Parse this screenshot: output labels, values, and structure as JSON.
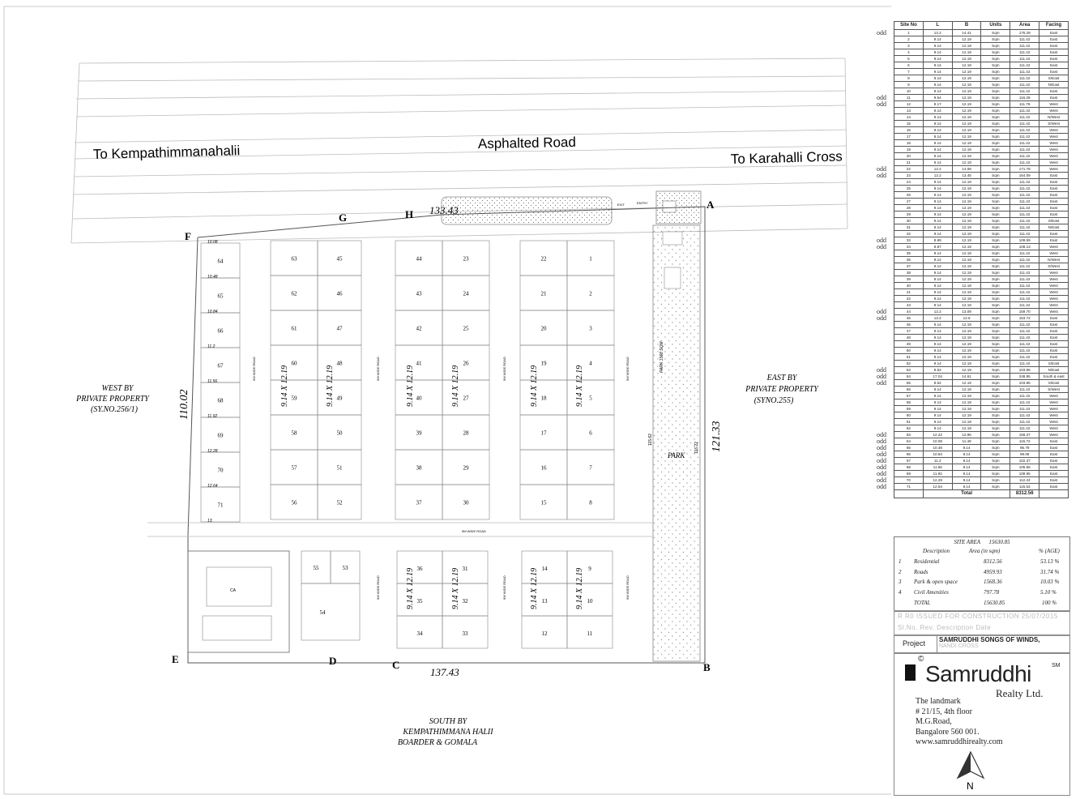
{
  "roads": {
    "asphalted": "Asphalted Road",
    "to_left": "To Kempathimmanahalii",
    "to_right": "To Karahalli Cross",
    "wide_road": "9M WIDE ROAD",
    "exit": "EXIT",
    "entry": "ENTRY"
  },
  "boundaries": {
    "west": [
      "WEST BY",
      "PRIVATE  PROPERTY",
      "(SY.NO.256/1)"
    ],
    "east": [
      "EAST BY",
      "PRIVATE  PROPERTY",
      "(SYNO.255)"
    ],
    "south": [
      "SOUTH  BY",
      "KEMPATHIMMANA HALII",
      "BOARDER & GOMALA"
    ]
  },
  "dimensions": {
    "top": "133.43",
    "bottom": "137.43",
    "left": "110.02",
    "right": "121.33",
    "plot_size": "9.14 X 12.19",
    "park": "PARK",
    "park_area": "PARK 1568 SQM",
    "park_left": "115.62",
    "park_right": "116.22"
  },
  "corners": [
    "A",
    "B",
    "C",
    "D",
    "E",
    "F",
    "G",
    "H"
  ],
  "site_table": {
    "headers": [
      "Site No",
      "L",
      "B",
      "Units",
      "Area",
      "Facing"
    ],
    "rows": [
      [
        "1",
        "12.2",
        "14.41",
        "Sqm",
        "176.29",
        "East"
      ],
      [
        "2",
        "9.14",
        "12.19",
        "Sqm",
        "111.42",
        "East"
      ],
      [
        "3",
        "9.14",
        "12.19",
        "Sqm",
        "111.42",
        "East"
      ],
      [
        "4",
        "9.14",
        "12.19",
        "Sqm",
        "111.42",
        "East"
      ],
      [
        "5",
        "9.14",
        "12.19",
        "Sqm",
        "111.42",
        "East"
      ],
      [
        "6",
        "9.14",
        "12.19",
        "Sqm",
        "111.42",
        "East"
      ],
      [
        "7",
        "9.14",
        "12.19",
        "Sqm",
        "111.42",
        "East"
      ],
      [
        "8",
        "9.14",
        "12.19",
        "Sqm",
        "111.42",
        "S/East"
      ],
      [
        "9",
        "9.14",
        "12.19",
        "Sqm",
        "111.42",
        "N/East"
      ],
      [
        "10",
        "9.14",
        "12.19",
        "Sqm",
        "111.42",
        "East"
      ],
      [
        "11",
        "9.54",
        "12.19",
        "Sqm",
        "116.29",
        "East"
      ],
      [
        "12",
        "9.17",
        "12.19",
        "Sqm",
        "111.78",
        "West"
      ],
      [
        "13",
        "9.14",
        "12.19",
        "Sqm",
        "111.42",
        "West"
      ],
      [
        "14",
        "9.14",
        "12.19",
        "Sqm",
        "111.42",
        "N/West"
      ],
      [
        "15",
        "9.14",
        "12.19",
        "Sqm",
        "111.42",
        "S/West"
      ],
      [
        "16",
        "9.14",
        "12.19",
        "Sqm",
        "111.42",
        "West"
      ],
      [
        "17",
        "9.14",
        "12.19",
        "Sqm",
        "111.42",
        "West"
      ],
      [
        "18",
        "9.14",
        "12.19",
        "Sqm",
        "111.42",
        "West"
      ],
      [
        "19",
        "9.14",
        "12.19",
        "Sqm",
        "111.42",
        "West"
      ],
      [
        "20",
        "9.14",
        "12.19",
        "Sqm",
        "111.42",
        "West"
      ],
      [
        "21",
        "9.14",
        "12.19",
        "Sqm",
        "111.42",
        "West"
      ],
      [
        "22",
        "12.2",
        "14.08",
        "Sqm",
        "171.78",
        "West"
      ],
      [
        "23",
        "12.2",
        "13.45",
        "Sqm",
        "164.09",
        "East"
      ],
      [
        "24",
        "9.14",
        "12.19",
        "Sqm",
        "111.42",
        "East"
      ],
      [
        "25",
        "9.14",
        "12.19",
        "Sqm",
        "111.42",
        "East"
      ],
      [
        "26",
        "9.14",
        "12.19",
        "Sqm",
        "111.42",
        "East"
      ],
      [
        "27",
        "9.14",
        "12.19",
        "Sqm",
        "111.42",
        "East"
      ],
      [
        "28",
        "9.14",
        "12.19",
        "Sqm",
        "111.42",
        "East"
      ],
      [
        "29",
        "9.14",
        "12.19",
        "Sqm",
        "111.42",
        "East"
      ],
      [
        "30",
        "9.14",
        "12.19",
        "Sqm",
        "111.42",
        "S/East"
      ],
      [
        "31",
        "9.14",
        "12.19",
        "Sqm",
        "111.42",
        "N/East"
      ],
      [
        "32",
        "9.14",
        "12.19",
        "Sqm",
        "111.42",
        "East"
      ],
      [
        "33",
        "8.99",
        "12.19",
        "Sqm",
        "109.59",
        "East"
      ],
      [
        "34",
        "8.87",
        "12.19",
        "Sqm",
        "108.13",
        "West"
      ],
      [
        "35",
        "9.14",
        "12.19",
        "Sqm",
        "111.42",
        "West"
      ],
      [
        "36",
        "9.14",
        "12.19",
        "Sqm",
        "111.42",
        "N/West"
      ],
      [
        "37",
        "9.14",
        "12.19",
        "Sqm",
        "111.42",
        "S/West"
      ],
      [
        "38",
        "9.14",
        "12.19",
        "Sqm",
        "111.42",
        "West"
      ],
      [
        "39",
        "9.14",
        "12.19",
        "Sqm",
        "111.42",
        "West"
      ],
      [
        "40",
        "9.14",
        "12.19",
        "Sqm",
        "111.42",
        "West"
      ],
      [
        "41",
        "9.14",
        "12.19",
        "Sqm",
        "111.42",
        "West"
      ],
      [
        "42",
        "9.14",
        "12.19",
        "Sqm",
        "111.42",
        "West"
      ],
      [
        "43",
        "9.14",
        "12.19",
        "Sqm",
        "111.42",
        "West"
      ],
      [
        "44",
        "12.2",
        "13.09",
        "Sqm",
        "159.70",
        "West"
      ],
      [
        "45",
        "12.2",
        "12.6",
        "Sqm",
        "153.72",
        "East"
      ],
      [
        "46",
        "9.14",
        "12.19",
        "Sqm",
        "111.42",
        "East"
      ],
      [
        "47",
        "9.14",
        "12.19",
        "Sqm",
        "111.42",
        "East"
      ],
      [
        "48",
        "9.14",
        "12.19",
        "Sqm",
        "111.42",
        "East"
      ],
      [
        "49",
        "9.14",
        "12.19",
        "Sqm",
        "111.42",
        "East"
      ],
      [
        "50",
        "9.14",
        "12.19",
        "Sqm",
        "111.42",
        "East"
      ],
      [
        "51",
        "9.14",
        "12.19",
        "Sqm",
        "111.42",
        "East"
      ],
      [
        "52",
        "9.14",
        "12.19",
        "Sqm",
        "111.42",
        "S/East"
      ],
      [
        "53",
        "8.52",
        "12.19",
        "Sqm",
        "103.86",
        "N/East"
      ],
      [
        "54",
        "17.04",
        "14.61",
        "Sqm",
        "248.95",
        "South & east"
      ],
      [
        "55",
        "8.52",
        "12.19",
        "Sqm",
        "103.86",
        "S/East"
      ],
      [
        "56",
        "9.14",
        "12.19",
        "Sqm",
        "111.42",
        "S/West"
      ],
      [
        "57",
        "9.14",
        "12.19",
        "Sqm",
        "111.42",
        "West"
      ],
      [
        "58",
        "9.14",
        "12.19",
        "Sqm",
        "111.42",
        "West"
      ],
      [
        "59",
        "9.14",
        "12.19",
        "Sqm",
        "111.42",
        "West"
      ],
      [
        "60",
        "9.14",
        "12.19",
        "Sqm",
        "111.42",
        "West"
      ],
      [
        "61",
        "9.14",
        "12.19",
        "Sqm",
        "111.42",
        "West"
      ],
      [
        "62",
        "9.14",
        "12.19",
        "Sqm",
        "111.42",
        "West"
      ],
      [
        "63",
        "12.22",
        "12.96",
        "Sqm",
        "158.37",
        "West"
      ],
      [
        "64",
        "10.08",
        "11.48",
        "Sqm",
        "115.72",
        "East"
      ],
      [
        "65",
        "10.48",
        "9.14",
        "Sqm",
        "95.79",
        "East"
      ],
      [
        "66",
        "10.84",
        "9.14",
        "Sqm",
        "99.08",
        "East"
      ],
      [
        "67",
        "11.2",
        "9.14",
        "Sqm",
        "102.37",
        "East"
      ],
      [
        "68",
        "11.56",
        "9.14",
        "Sqm",
        "105.66",
        "East"
      ],
      [
        "69",
        "11.92",
        "9.14",
        "Sqm",
        "108.95",
        "East"
      ],
      [
        "70",
        "12.28",
        "9.14",
        "Sqm",
        "112.24",
        "East"
      ],
      [
        "71",
        "12.64",
        "9.14",
        "Sqm",
        "115.53",
        "East"
      ]
    ],
    "total_label": "Total",
    "total_value": "8312.56",
    "odd_label": "odd",
    "odd_rows": [
      "1",
      "11",
      "12",
      "22",
      "23",
      "33",
      "34",
      "44",
      "45",
      "53",
      "54",
      "55",
      "63",
      "64",
      "65",
      "66",
      "67",
      "68",
      "69",
      "70",
      "71"
    ]
  },
  "area_summary": {
    "site_area_label": "SITE  AREA",
    "site_area_value": "15630.85",
    "headers": [
      "Description",
      "Area (in sqm)",
      "% (AGE)"
    ],
    "rows": [
      [
        "1",
        "Residential",
        "8312.56",
        "53.13  %"
      ],
      [
        "2",
        "Roads",
        "4959.93",
        "31.74  %"
      ],
      [
        "3",
        "Park & open space",
        "1568.36",
        "10.03  %"
      ],
      [
        "4",
        "Civil Amenities",
        "797.78",
        "5.10  %"
      ]
    ],
    "total": [
      "TOTAL",
      "15630.85",
      "100 %"
    ]
  },
  "revision": {
    "line1": "R  R0  ISSUED FOR CONSTRUCTION 25/07/2015",
    "line2": "Sl.No. Rev.      Description                  Date"
  },
  "project": {
    "label": "Project",
    "name": "SAMRUDDHI SONGS OF WINDS,",
    "place": "NANDI CROSS"
  },
  "company": {
    "copyright": "©",
    "name": "Samruddhi",
    "sm": "SM",
    "realty": "Realty Ltd.",
    "address": [
      "The landmark",
      "# 21/15, 4th floor",
      "M.G.Road,",
      "Bangalore 560 001.",
      "www.samruddhirealty.com"
    ],
    "north": "N"
  },
  "plots": {
    "block1_left": [
      "64",
      "65",
      "66",
      "67",
      "68",
      "69",
      "70",
      "71"
    ],
    "block2_left": [
      "63",
      "62",
      "61",
      "60",
      "59",
      "58",
      "57",
      "56"
    ],
    "block2_right": [
      "45",
      "46",
      "47",
      "48",
      "49",
      "50",
      "51",
      "52"
    ],
    "block3_left": [
      "44",
      "43",
      "42",
      "41",
      "40",
      "39",
      "38",
      "37"
    ],
    "block3_right": [
      "23",
      "24",
      "25",
      "26",
      "27",
      "28",
      "29",
      "30"
    ],
    "block4_left": [
      "22",
      "21",
      "20",
      "19",
      "18",
      "17",
      "16",
      "15"
    ],
    "block4_right": [
      "1",
      "2",
      "3",
      "4",
      "5",
      "6",
      "7",
      "8"
    ],
    "south_a": [
      "55",
      "53",
      "54"
    ],
    "south_b": [
      "36",
      "35",
      "34",
      "31",
      "32",
      "33"
    ],
    "south_c": [
      "14",
      "13",
      "12",
      "9",
      "10",
      "11"
    ],
    "dims_west": [
      "10.08",
      "10.48",
      "10.84",
      "11.2",
      "11.56",
      "11.92",
      "12.28",
      "12.64",
      "13"
    ],
    "civic": "CA"
  }
}
